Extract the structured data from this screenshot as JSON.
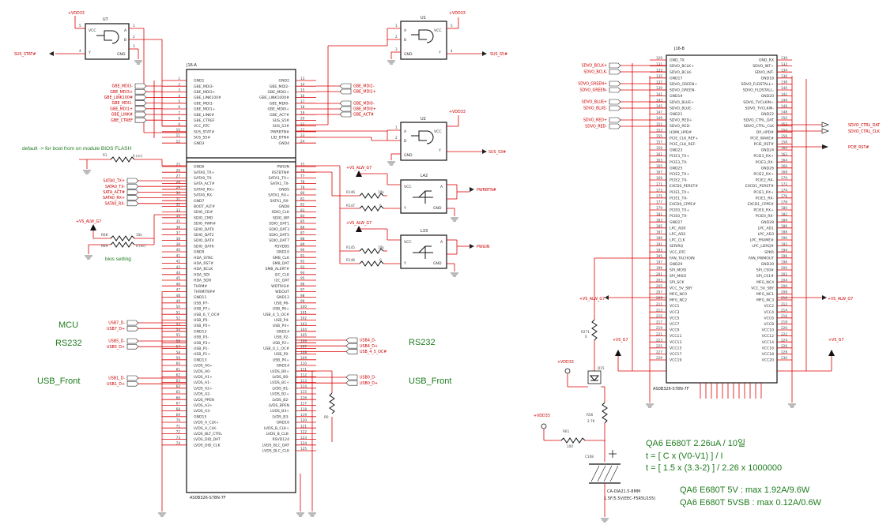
{
  "parts": {
    "u7": "U7",
    "u1": "U1",
    "u2": "U2",
    "l42": "L42",
    "l33": "L33",
    "j16a": "J16-A",
    "j16b": "J16-B",
    "r1": "R1",
    "r1_val": "0 (nc)",
    "r68": "R68",
    "r69": "R69",
    "r68_val": "10k",
    "r69_val": "0 (nc)",
    "r146": "R146",
    "r147": "R147",
    "r145": "R145",
    "r148": "R148",
    "r_10k": "10k",
    "r_0": "0",
    "r271": "R271",
    "r271_val": "0",
    "r56": "R56",
    "r56_val": "2.7K",
    "r61": "R61",
    "r61_val": "100",
    "d15": "D15",
    "c108": "C108",
    "c108_part": "CA-DIA21.5-8MM",
    "c108_spec": "1.5F/5.5V(EEC-F5R5U155)",
    "a_foot": "AS0B326-S78N-7F",
    "b_foot": "AS0B326-S78N-7F",
    "r_small": "R0"
  },
  "power": {
    "vdd33": "+VDD33",
    "vs_alw": "+VS_ALW_G7",
    "vs": "+VS_G7"
  },
  "gates": {
    "vcc": "VCC",
    "a": "A",
    "b": "B",
    "y": "Y",
    "gnd": "GND"
  },
  "nets": {
    "sus_stat": "SUS_STAT#",
    "sus_s5": "SUS_S5#",
    "sus_s3": "SUS_S3#",
    "pwrbtn": "PWRBTN#",
    "pwgin": "PWGIN",
    "pcie_rst": "PCIE_RST#",
    "sdvo_ctrl_dat": "SDVO_CTRL_DAT",
    "sdvo_ctrl_clk": "SDVO_CTRL_CLK"
  },
  "gbe_left": [
    "GBE_MDI3-",
    "GBE_MDI3+",
    "GBE_LINK100#",
    "GBE_MDI1-",
    "GBE_MDI1+",
    "GBE_LINK#",
    "GBE_CTREF"
  ],
  "gbe_right": [
    "GBE_MDI2-",
    "GBE_MDI2+",
    "GBE_MDI0-",
    "GBE_MDI0+",
    "GBE_ACT#"
  ],
  "sata_nets": [
    "SATA0_TX+",
    "SATA0_TX-",
    "SATA_ACT#",
    "SATA0_RX+",
    "SATA0_RX-"
  ],
  "usb_mcu": [
    "USB7_D-",
    "USB7_D+"
  ],
  "usb_rs232_l": [
    "USB5_D-",
    "USB5_D+"
  ],
  "usb_front_l": [
    "USB1_D-",
    "USB1_D+"
  ],
  "usb_rs232_r": [
    "USB4_D-",
    "USB4_D+",
    "USB_4_5_OC#"
  ],
  "usb_front_r": [
    "USB0_D-",
    "USB0_D+"
  ],
  "sdvo_nets": [
    "SDVO_BCLK+",
    "SDVO_BCLK-",
    "SDVO_GREEN+",
    "SDVO_GREEN-",
    "SDVO_BLUE+",
    "SDVO_BLUE-",
    "SDVO_RED+",
    "SDVO_RED-"
  ],
  "labels": {
    "mcu": "MCU",
    "rs232_l": "RS232",
    "usb_front_l": "USB_Front",
    "rs232_r": "RS232",
    "usb_front_r": "USB_Front",
    "boot_note": "default -> for boot from on module BIOS FLASH",
    "bios_setting": "bios setting"
  },
  "notes": {
    "line1": "QA6 E680T 2.26uA / 10일",
    "line2": "t = [ C x (V0-V1) ] / I",
    "line3": "t = [ 1.5 x (3.3-2) ] / 2.26 x 1000000",
    "line4": "QA6 E680T 5V : max 1.92A/9.6W",
    "line5": "QA6 E680T 5VSB : max 0.12A/0.6W"
  },
  "j16a_left": [
    [
      "1",
      "GND1"
    ],
    [
      "2",
      "GBE_MDI3-"
    ],
    [
      "3",
      "GBE_MDI3+"
    ],
    [
      "4",
      "GBE_LINK100#"
    ],
    [
      "5",
      "GBE_MDI1-"
    ],
    [
      "6",
      "GBE_MDI1+"
    ],
    [
      "7",
      "GBE_LINK#"
    ],
    [
      "8",
      "GBE_CTREF"
    ],
    [
      "9",
      "VCC_RTC"
    ],
    [
      "10",
      "SUS_STAT#"
    ],
    [
      "11",
      "SUS_S5#"
    ],
    [
      "12",
      "GND3"
    ],
    [
      "25",
      "GND6"
    ],
    [
      "26",
      "SATA0_TX+"
    ],
    [
      "27",
      "SATA0_TX-"
    ],
    [
      "28",
      "SATA_ACT#"
    ],
    [
      "29",
      "SATA0_RX+"
    ],
    [
      "30",
      "SATA0_RX-"
    ],
    [
      "31",
      "GND7"
    ],
    [
      "32",
      "BOOT_ALT#"
    ],
    [
      "33",
      "SDIO_CD#"
    ],
    [
      "34",
      "SDIO_CMD"
    ],
    [
      "35",
      "SDIO_PWR#"
    ],
    [
      "36",
      "SDIO_DAT0"
    ],
    [
      "37",
      "SDIO_DAT2"
    ],
    [
      "38",
      "SDIO_DAT4"
    ],
    [
      "39",
      "SDIO_DAT6"
    ],
    [
      "40",
      "GND9"
    ],
    [
      "41",
      "HDA_SYNC"
    ],
    [
      "42",
      "HDA_RST#"
    ],
    [
      "43",
      "HDA_BCLK"
    ],
    [
      "44",
      "HDA_SDI"
    ],
    [
      "45",
      "HDA_SDO"
    ],
    [
      "46",
      "THRM#"
    ],
    [
      "47",
      "THRMTRIP#"
    ],
    [
      "48",
      "GND11"
    ],
    [
      "49",
      "USB_P7-"
    ],
    [
      "50",
      "USB_P7+"
    ],
    [
      "51",
      "USB_6_7_OC#"
    ],
    [
      "52",
      "USB_P5-"
    ],
    [
      "53",
      "USB_P5+"
    ],
    [
      "54",
      "GND13"
    ],
    [
      "55",
      "USB_P3-"
    ],
    [
      "56",
      "USB_P3+"
    ],
    [
      "57",
      "USB_P1-"
    ],
    [
      "58",
      "USB_P1+"
    ],
    [
      "59",
      "GND13"
    ],
    [
      "60",
      "LVDS_A0+"
    ],
    [
      "61",
      "LVDS_A0-"
    ],
    [
      "62",
      "LVDS_A1+"
    ],
    [
      "63",
      "LVDS_A1-"
    ],
    [
      "64",
      "LVDS_A2+"
    ],
    [
      "65",
      "LVDS_A2-"
    ],
    [
      "66",
      "LVDS_PPEN"
    ],
    [
      "67",
      "LVDS_A3+"
    ],
    [
      "68",
      "LVDS_A3-"
    ],
    [
      "69",
      "GND15"
    ],
    [
      "70",
      "LVDS_A_CLK+"
    ],
    [
      "71",
      "LVDS_A_CLK-"
    ],
    [
      "72",
      "LVDS_BLT_CTRL"
    ],
    [
      "73",
      "LVDS_DID_DAT"
    ],
    [
      "74",
      "LVDS_DID_CLK"
    ]
  ],
  "j16a_right": [
    [
      "13",
      "GND2"
    ],
    [
      "14",
      "GBE_MDI2-"
    ],
    [
      "15",
      "GBE_MDI2+"
    ],
    [
      "16",
      "GBE_LINK1000#"
    ],
    [
      "17",
      "GBE_MDI0-"
    ],
    [
      "18",
      "GBE_MDI0+"
    ],
    [
      "19",
      "GBE_ACT#"
    ],
    [
      "20",
      "SUS_S5#"
    ],
    [
      "21",
      "SUS_S3#"
    ],
    [
      "22",
      "PWRBTN#"
    ],
    [
      "23",
      "LID_BTN#"
    ],
    [
      "24",
      "GND4"
    ],
    [
      "75",
      "PWGIN"
    ],
    [
      "76",
      "RSTBTN#"
    ],
    [
      "77",
      "SATA1_TX+"
    ],
    [
      "78",
      "SATA1_TX-"
    ],
    [
      "79",
      "GND5"
    ],
    [
      "80",
      "SATA1_RX+"
    ],
    [
      "81",
      "SATA1_RX-"
    ],
    [
      "82",
      "GND8"
    ],
    [
      "83",
      "SDIO_CLK"
    ],
    [
      "84",
      "SDIO_WP"
    ],
    [
      "85",
      "SDIO_DAT1"
    ],
    [
      "86",
      "SDIO_DAT3"
    ],
    [
      "87",
      "SDIO_DAT5"
    ],
    [
      "88",
      "SDIO_DAT7"
    ],
    [
      "89",
      "RSVD85"
    ],
    [
      "90",
      "GND10"
    ],
    [
      "91",
      "SMB_CLK"
    ],
    [
      "92",
      "SMB_DAT"
    ],
    [
      "93",
      "SMB_ALERT#"
    ],
    [
      "94",
      "I2C_CLK"
    ],
    [
      "95",
      "I2C_DAT"
    ],
    [
      "96",
      "WDTRIG#"
    ],
    [
      "97",
      "WDOUT"
    ],
    [
      "98",
      "GND12"
    ],
    [
      "99",
      "USB_P6-"
    ],
    [
      "100",
      "USB_P6+"
    ],
    [
      "101",
      "USB_4_5_OC#"
    ],
    [
      "102",
      "USB_P4-"
    ],
    [
      "103",
      "USB_P4+"
    ],
    [
      "104",
      "GND14"
    ],
    [
      "105",
      "USB_P2-"
    ],
    [
      "106",
      "USB_P2+"
    ],
    [
      "107",
      "USB_0_1_OC#"
    ],
    [
      "108",
      "USB_P0-"
    ],
    [
      "109",
      "USB_P0+"
    ],
    [
      "110",
      "GND14"
    ],
    [
      "111",
      "LVDS_B0+"
    ],
    [
      "112",
      "LVDS_B0-"
    ],
    [
      "113",
      "LVDS_B1+"
    ],
    [
      "114",
      "LVDS_B1-"
    ],
    [
      "115",
      "LVDS_B2+"
    ],
    [
      "116",
      "LVDS_B2-"
    ],
    [
      "117",
      "LVDS_BPEN"
    ],
    [
      "118",
      "LVDS_B3+"
    ],
    [
      "119",
      "LVDS_B3-"
    ],
    [
      "120",
      "GND16"
    ],
    [
      "121",
      "LVDS_B_CLK+"
    ],
    [
      "122",
      "LVDS_B_CLK-"
    ],
    [
      "123",
      "RSVD124"
    ],
    [
      "124",
      "LVDS_BLC_DAT"
    ],
    [
      "125",
      "LVDS_BLC_CLK"
    ]
  ],
  "j16b_left": [
    [
      "129",
      "GND_TX"
    ],
    [
      "131",
      "SDVO_BCLK+"
    ],
    [
      "133",
      "SDVO_BCLK-"
    ],
    [
      "135",
      "GND17"
    ],
    [
      "137",
      "SDVO_GREEN+"
    ],
    [
      "139",
      "SDVO_GREEN-"
    ],
    [
      "141",
      "GND19"
    ],
    [
      "143",
      "SDVO_BLUE+"
    ],
    [
      "145",
      "SDVO_BLUE-"
    ],
    [
      "147",
      "GND21"
    ],
    [
      "149",
      "SDVO_RED+"
    ],
    [
      "151",
      "SDVO_RED-"
    ],
    [
      "153",
      "HDMI_HPD#"
    ],
    [
      "155",
      "PCIE_CLK_REF+"
    ],
    [
      "157",
      "PCIE_CLK_REF-"
    ],
    [
      "159",
      "GND23"
    ],
    [
      "161",
      "PCIE3_TX+"
    ],
    [
      "163",
      "PCIE3_TX-"
    ],
    [
      "165",
      "GND25"
    ],
    [
      "167",
      "PCIE2_TX+"
    ],
    [
      "169",
      "PCIE2_TX-"
    ],
    [
      "171",
      "EXCD0_PERST#"
    ],
    [
      "173",
      "PCIE1_TX+"
    ],
    [
      "175",
      "PCIE1_TX-"
    ],
    [
      "177",
      "EXCD0_CPPE#"
    ],
    [
      "179",
      "PCIE0_TX+"
    ],
    [
      "181",
      "PCIE0_TX-"
    ],
    [
      "183",
      "GND27"
    ],
    [
      "185",
      "LPC_AD0"
    ],
    [
      "187",
      "LPC_AD2"
    ],
    [
      "189",
      "LPC_CLK"
    ],
    [
      "191",
      "SERIRQ"
    ],
    [
      "193",
      "VCC_RTC"
    ],
    [
      "195",
      "FAN_TACHOIN"
    ],
    [
      "197",
      "GND29"
    ],
    [
      "199",
      "SPI_MOSI"
    ],
    [
      "201",
      "SPI_MISO"
    ],
    [
      "203",
      "SPI_SCK"
    ],
    [
      "205",
      "VCC_5V_SBY"
    ],
    [
      "207",
      "MFG_NC0"
    ],
    [
      "209",
      "MFG_NC2"
    ],
    [
      "211",
      "VCC1"
    ],
    [
      "213",
      "VCC3"
    ],
    [
      "215",
      "VCC5"
    ],
    [
      "217",
      "VCC7"
    ],
    [
      "219",
      "VCC9"
    ],
    [
      "221",
      "VCC11"
    ],
    [
      "223",
      "VCC13"
    ],
    [
      "225",
      "VCC15"
    ],
    [
      "227",
      "VCC17"
    ],
    [
      "229",
      "VCC19"
    ]
  ],
  "j16b_right": [
    [
      "130",
      "GND_RX"
    ],
    [
      "132",
      "SDVO_INT+"
    ],
    [
      "134",
      "SDVO_INT-"
    ],
    [
      "136",
      "GND18"
    ],
    [
      "138",
      "SDVO_FLDSTALL+"
    ],
    [
      "140",
      "SDVO_FLDSTALL-"
    ],
    [
      "142",
      "GND20"
    ],
    [
      "144",
      "SDVO_TVCLKIN+"
    ],
    [
      "146",
      "SDVO_TVCLKIN-"
    ],
    [
      "148",
      "GND22"
    ],
    [
      "150",
      "SDVO_CTRL_DAT"
    ],
    [
      "152",
      "SDVO_CTRL_CLK"
    ],
    [
      "154",
      "DP_HPD#"
    ],
    [
      "156",
      "PCIE_WAKE#"
    ],
    [
      "158",
      "PCIE_RST#"
    ],
    [
      "160",
      "GND24"
    ],
    [
      "162",
      "PCIE3_RX+"
    ],
    [
      "164",
      "PCIE3_RX-"
    ],
    [
      "166",
      "GND26"
    ],
    [
      "168",
      "PCIE2_RX+"
    ],
    [
      "170",
      "PCIE2_RX-"
    ],
    [
      "172",
      "EXCD1_PERST#"
    ],
    [
      "174",
      "PCIE1_RX+"
    ],
    [
      "176",
      "PCIE1_RX-"
    ],
    [
      "178",
      "EXCD1_CPPE#"
    ],
    [
      "180",
      "PCIE0_RX+"
    ],
    [
      "182",
      "PCIE0_RX-"
    ],
    [
      "184",
      "GND28"
    ],
    [
      "186",
      "LPC_AD1"
    ],
    [
      "188",
      "LPC_AD3"
    ],
    [
      "190",
      "LPC_FRAME#"
    ],
    [
      "192",
      "LPC_LDRQ#"
    ],
    [
      "194",
      "SPKR"
    ],
    [
      "196",
      "FAN_PWMOUT"
    ],
    [
      "198",
      "GND30"
    ],
    [
      "200",
      "SPI_CS0#"
    ],
    [
      "202",
      "SPI_CS1#"
    ],
    [
      "204",
      "MFG_NC4"
    ],
    [
      "206",
      "VCC_5V_SBY"
    ],
    [
      "208",
      "MFG_NC1"
    ],
    [
      "210",
      "MFG_NC3"
    ],
    [
      "212",
      "VCC2"
    ],
    [
      "214",
      "VCC4"
    ],
    [
      "216",
      "VCC6"
    ],
    [
      "218",
      "VCC8"
    ],
    [
      "220",
      "VCC10"
    ],
    [
      "222",
      "VCC12"
    ],
    [
      "224",
      "VCC14"
    ],
    [
      "226",
      "VCC16"
    ],
    [
      "228",
      "VCC18"
    ],
    [
      "230",
      "VCC20"
    ]
  ]
}
